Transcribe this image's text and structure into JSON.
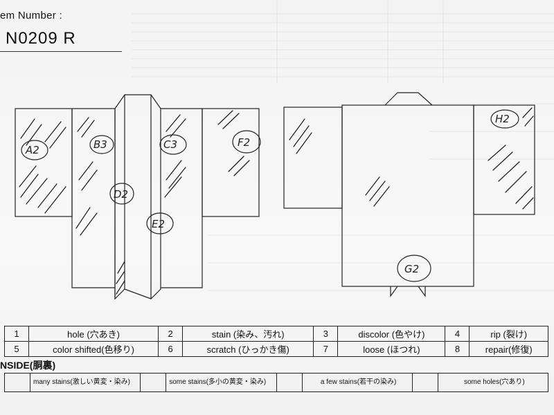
{
  "header": {
    "item_label": "em Number :",
    "item_value": "N0209   R"
  },
  "tags": {
    "a": "A2",
    "b": "B3",
    "c": "C3",
    "d": "D2",
    "e": "E2",
    "f": "F2",
    "g": "G2",
    "h": "H2"
  },
  "legend": {
    "rows": [
      [
        {
          "num": "1",
          "label": "hole (穴あき)"
        },
        {
          "num": "2",
          "label": "stain (染み、汚れ)"
        },
        {
          "num": "3",
          "label": "discolor (色やけ)"
        },
        {
          "num": "4",
          "label": "rip (裂け)"
        }
      ],
      [
        {
          "num": "5",
          "label": "color shifted(色移り)"
        },
        {
          "num": "6",
          "label": "scratch (ひっかき傷)"
        },
        {
          "num": "7",
          "label": "loose (ほつれ)"
        },
        {
          "num": "8",
          "label": "repair(修復)"
        }
      ]
    ]
  },
  "inside": {
    "title": "NSIDE(胴裏)",
    "labels": [
      "many stains(激しい黄変・染み)",
      "some stains(多小の黄変・染み)",
      "a few stains(若干の染み)",
      "some holes(穴あり)"
    ]
  },
  "colors": {
    "ink": "#222222",
    "paper": "#f6f6f6"
  }
}
